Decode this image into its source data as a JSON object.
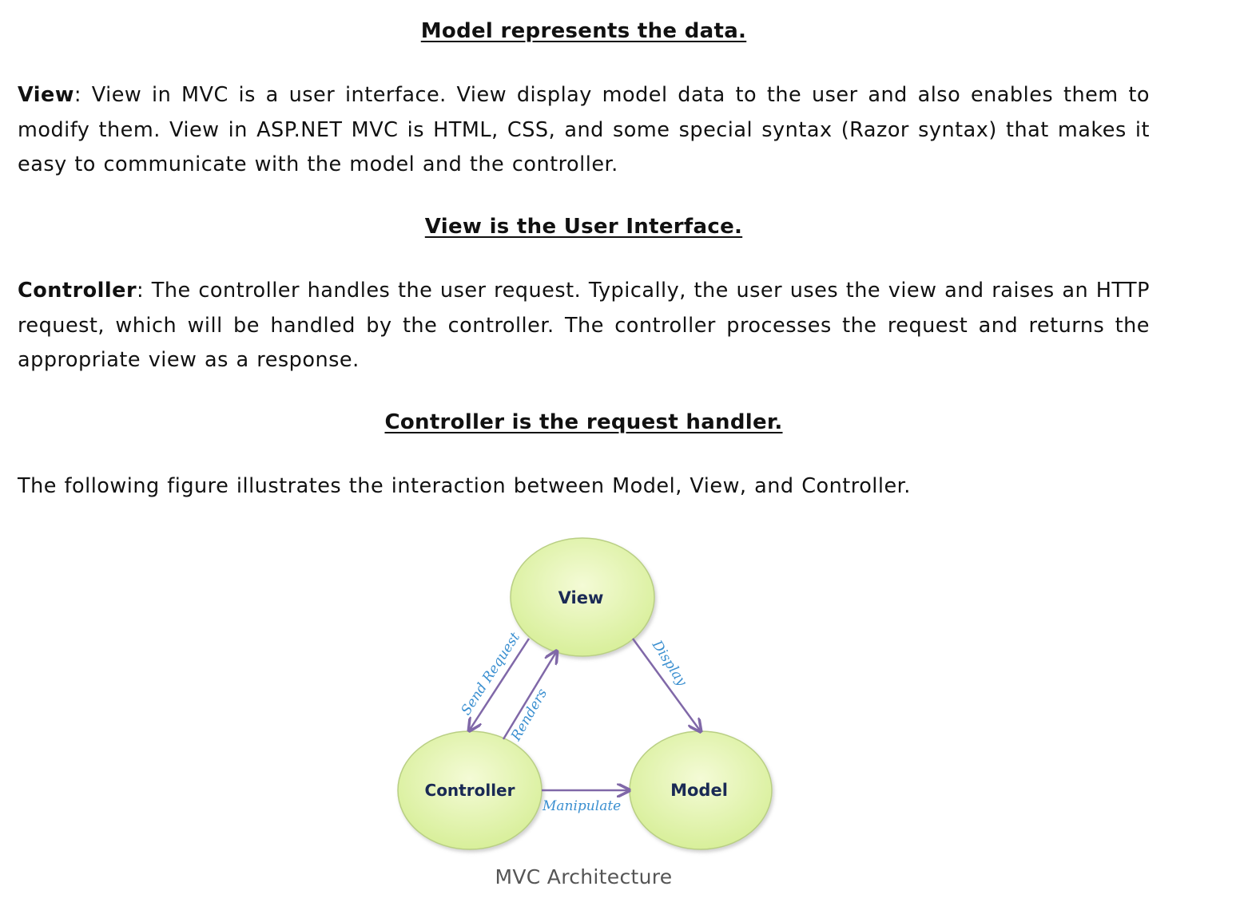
{
  "sections": {
    "model_heading": "Model represents the data.",
    "view_term": "View",
    "view_text": ": View in MVC is a user interface. View display model data to the user and also enables them to modify them. View in ASP.NET MVC is HTML, CSS, and some special syntax (Razor syntax) that makes it easy to communicate with the model and the controller.",
    "view_heading": "View is the User Interface.",
    "controller_term": "Controller",
    "controller_text": ": The controller handles the user request. Typically, the user uses the view and raises an HTTP request, which will be handled by the controller. The controller processes the request and returns the appropriate view as a response.",
    "controller_heading": "Controller is the request handler.",
    "figure_intro": "The following figure illustrates the interaction between Model, View, and Controller."
  },
  "diagram": {
    "nodes": {
      "view": "View",
      "controller": "Controller",
      "model": "Model"
    },
    "edges": {
      "send_request": "Send Request",
      "renders": "Renders",
      "display": "Display",
      "manipulate": "Manipulate"
    },
    "colors": {
      "node_fill_light": "#f4fbd6",
      "node_fill_dark": "#d8ef9a",
      "node_stroke": "#b9cf84",
      "node_text": "#1a2a55",
      "arrow": "#8068a8",
      "edge_label": "#3a8fd0"
    }
  },
  "caption": "MVC Architecture"
}
